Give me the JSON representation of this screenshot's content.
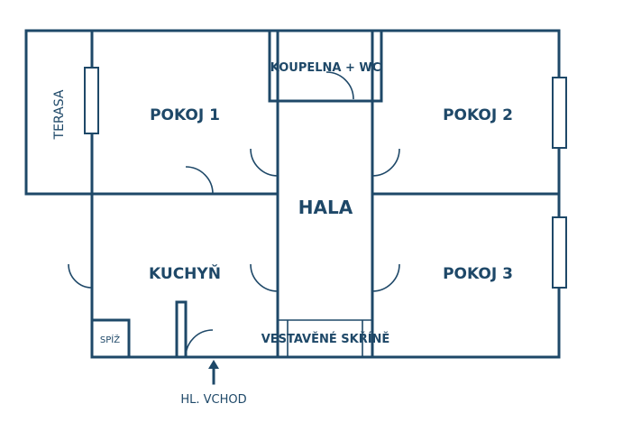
{
  "rooms": {
    "terasa": "TERASA",
    "pokoj1": "POKOJ 1",
    "koupelna": "KOUPELNA + WC",
    "pokoj2": "POKOJ 2",
    "hala": "HALA",
    "kuchyn": "KUCHYŇ",
    "pokoj3": "POKOJ 3",
    "spiz": "SPÍŽ",
    "skrine": "VESTAVĚNÉ SKŘÍNĚ"
  },
  "entrance": {
    "label": "HL. VCHOD"
  },
  "colors": {
    "line": "#1e4868",
    "background": "#ffffff"
  }
}
